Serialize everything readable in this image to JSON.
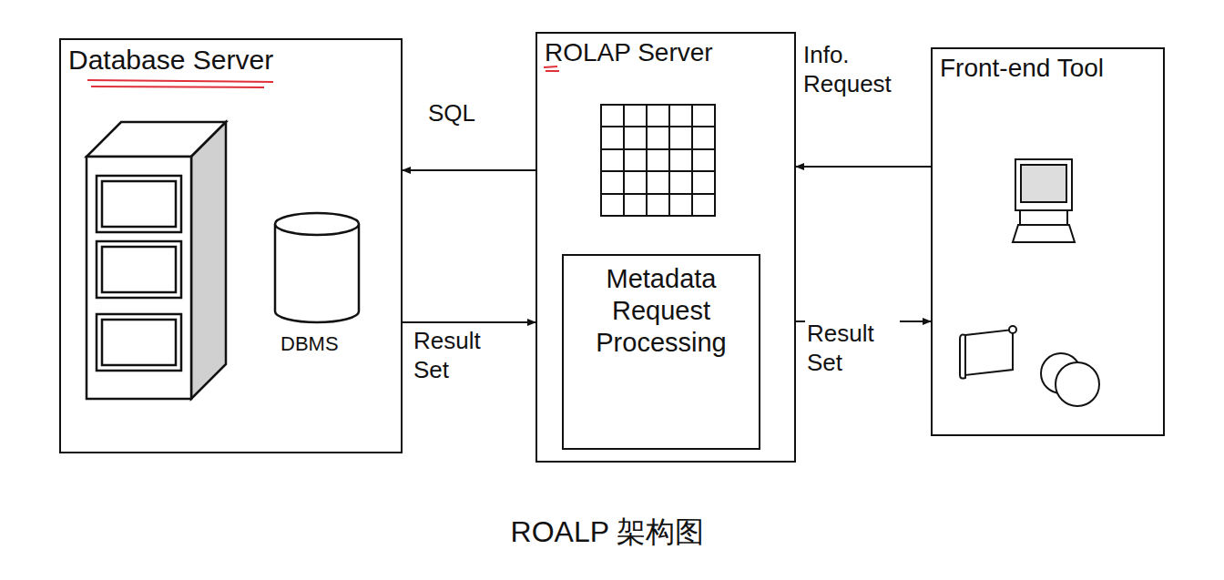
{
  "diagram": {
    "caption": "ROALP 架构图",
    "nodes": [
      {
        "text": [
          "Database Server"
        ]
      },
      {
        "text": [
          "ROLAP Server"
        ]
      },
      {
        "text": [
          "Metadata Request Processing"
        ],
        "in": 1
      },
      {
        "text": [
          "Front-end Tool"
        ]
      }
    ],
    "edges": [
      {
        "from": 1,
        "to": 0,
        "arrow": "to",
        "label": "SQL"
      },
      {
        "from": 0,
        "to": 1,
        "arrow": "to",
        "label": "Result Set"
      },
      {
        "from": 3,
        "to": 1,
        "arrow": "to",
        "label": "Info. Request"
      },
      {
        "from": 1,
        "to": 3,
        "arrow": "to",
        "label": "Result Set"
      }
    ],
    "labels": [
      "DBMS"
    ]
  }
}
